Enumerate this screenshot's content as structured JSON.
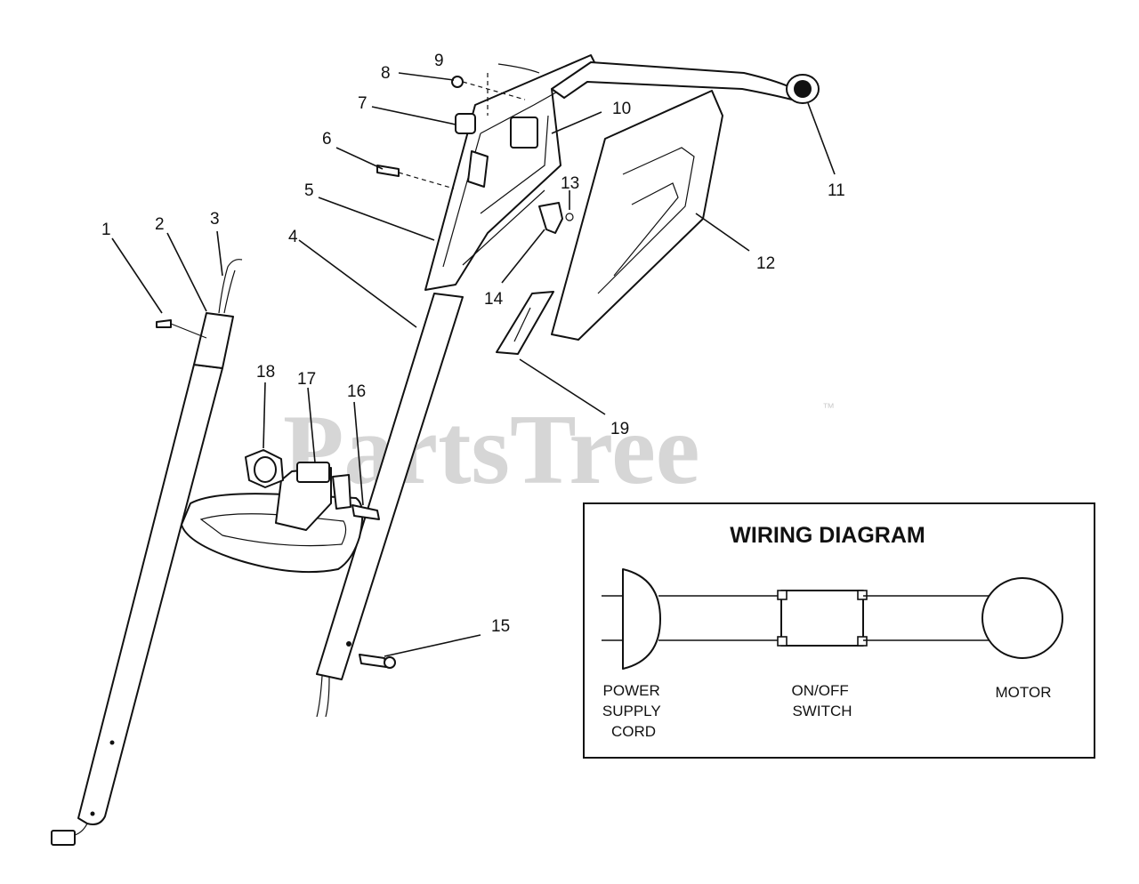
{
  "watermark": {
    "text": "PartsTree",
    "trademark": "™"
  },
  "callouts": {
    "c1": "1",
    "c2": "2",
    "c3": "3",
    "c4": "4",
    "c5": "5",
    "c6": "6",
    "c7": "7",
    "c8": "8",
    "c9": "9",
    "c10": "10",
    "c11": "11",
    "c12": "12",
    "c13": "13",
    "c14": "14",
    "c15": "15",
    "c16": "16",
    "c17": "17",
    "c18": "18",
    "c19": "19"
  },
  "wiring_diagram": {
    "title": "WIRING DIAGRAM",
    "power_label": [
      "POWER",
      "SUPPLY",
      "CORD"
    ],
    "switch_label": [
      "ON/OFF",
      "SWITCH"
    ],
    "motor_label": "MOTOR"
  },
  "colors": {
    "line": "#111111",
    "watermark": "#d6d6d6",
    "background": "#ffffff"
  }
}
